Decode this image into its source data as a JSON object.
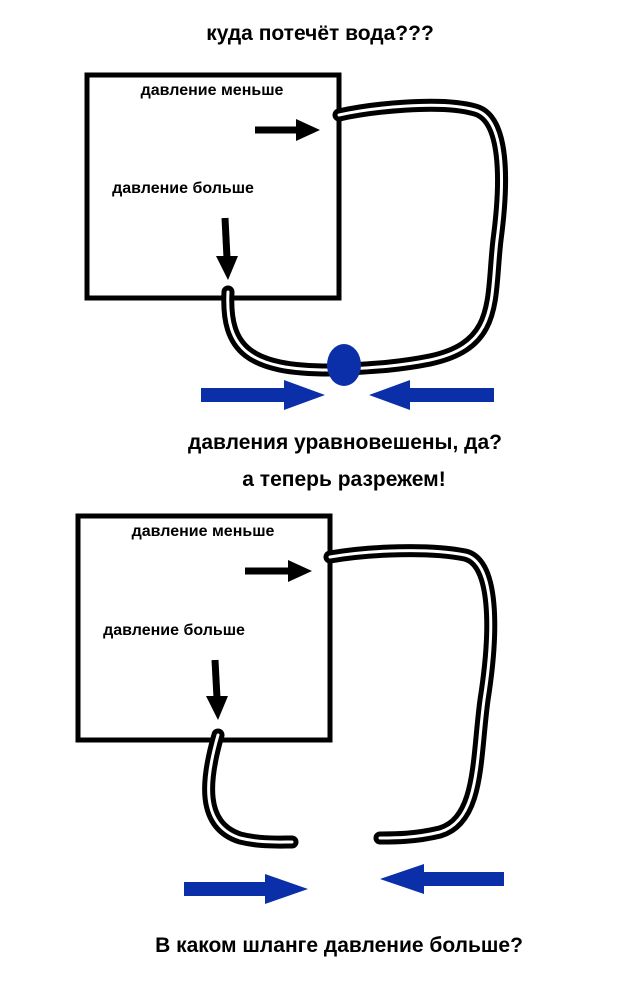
{
  "title": "куда потечёт вода???",
  "panel_top": {
    "label_low": "давление меньше",
    "label_high": "давление больше"
  },
  "middle_caption": {
    "line1": "давления уравновешены, да?",
    "line2": "а теперь разрежем!"
  },
  "panel_bottom": {
    "label_low": "давление меньше",
    "label_high": "давление больше"
  },
  "question": "В каком шланге давление больше?",
  "colors": {
    "ink": "#000000",
    "accent_blue": "#0a2fa8",
    "background": "#ffffff"
  }
}
